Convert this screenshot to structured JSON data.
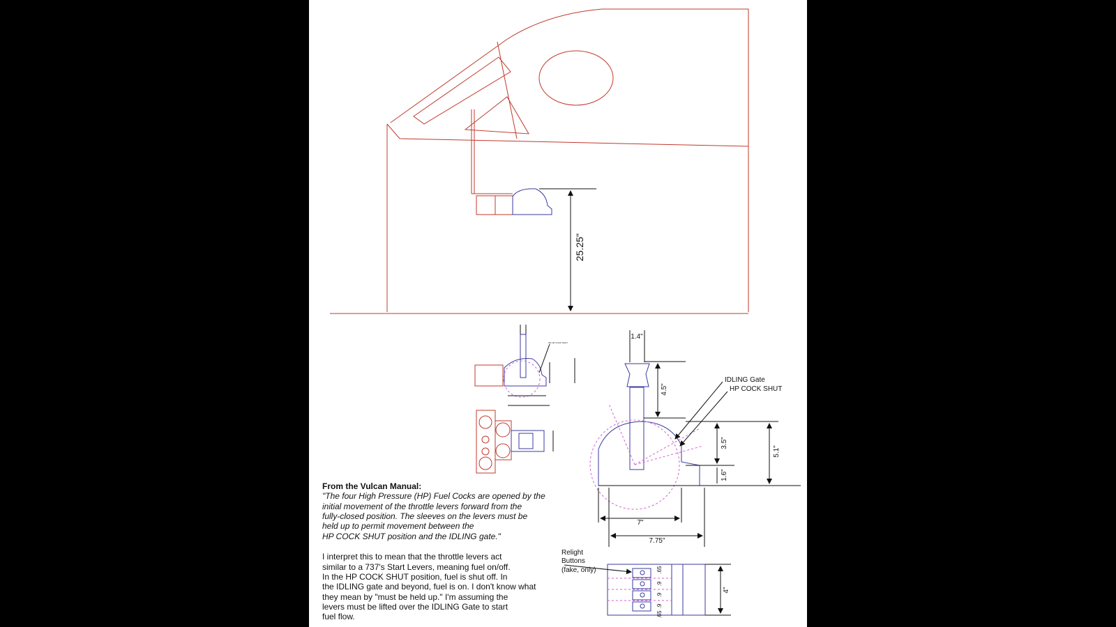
{
  "dimensions": {
    "height_seat": "25.25\"",
    "lever_width": "1.4\"",
    "lever_top": "4.5\"",
    "gate_upper": "3.5\"",
    "gate_lower": "1.6\"",
    "total_height": "5.1\"",
    "base_7": "7\"",
    "base_775": "7.75\"",
    "panel_height": "4\"",
    "spacing_top": ".65",
    "spacing_1": ".9",
    "spacing_2": ".9",
    "spacing_3": ".9",
    "spacing_bottom": ".65"
  },
  "labels": {
    "idling_gate": "IDLING Gate",
    "hp_cock_shut": "HP COCK SHUT",
    "relight_1": "Relight",
    "relight_2": "Buttons",
    "relight_3": "(fake, only)"
  },
  "manual": {
    "heading": "From the Vulcan Manual:",
    "quote": [
      "\"The four High Pressure (HP) Fuel Cocks are opened by the",
      "initial movement of the throttle levers forward from the",
      "fully-closed position.  The sleeves on the levers must be",
      "held up to permit movement between the",
      "HP COCK SHUT position and the IDLING gate.\""
    ],
    "notes": [
      "I interpret this to mean that the throttle levers act",
      "similar to a 737's Start Levers, meaning fuel on/off.",
      "In the HP COCK SHUT position, fuel is shut off.  In",
      "the IDLING gate and beyond, fuel is on.  I don't know what",
      "they mean by \"must be held up.\"  I'm assuming the",
      "levers must be lifted over the IDLING Gate to start",
      "fuel flow."
    ]
  },
  "colors": {
    "outline": "#c0392b",
    "part": "#3a3aa0",
    "arc": "#d060d0"
  }
}
